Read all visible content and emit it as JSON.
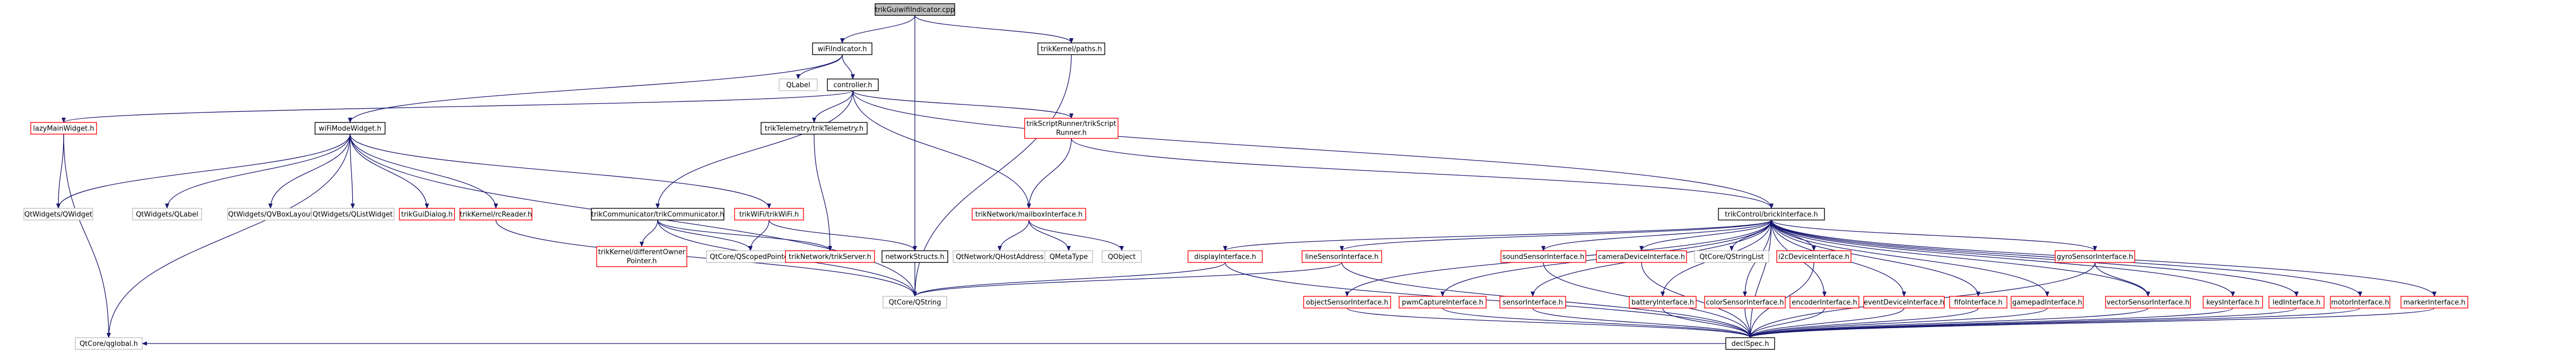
{
  "graph": {
    "colors": {
      "edge": "#191970",
      "node_fill": "#ffffff",
      "root_fill": "#bfbfbf",
      "border_default": "#bfbfbf",
      "border_red": "#ff0000",
      "border_black": "#000000"
    },
    "nodes": [
      {
        "id": "root",
        "lines": [
          "trikGuiwifiIndicator.cpp"
        ],
        "style": "root"
      },
      {
        "id": "wifiIndicator",
        "lines": [
          "wiFiIndicator.h"
        ],
        "style": "black"
      },
      {
        "id": "trikKernelpaths",
        "lines": [
          "trikKernel/paths.h"
        ],
        "style": "black"
      },
      {
        "id": "QLabel",
        "lines": [
          "QLabel"
        ],
        "style": "gray"
      },
      {
        "id": "controller",
        "lines": [
          "controller.h"
        ],
        "style": "black"
      },
      {
        "id": "lazyMainWidget",
        "lines": [
          "lazyMainWidget.h"
        ],
        "style": "red"
      },
      {
        "id": "wiFiModeWidget",
        "lines": [
          "wiFiModeWidget.h"
        ],
        "style": "black"
      },
      {
        "id": "trikTelemetry",
        "lines": [
          "trikTelemetry/trikTelemetry.h"
        ],
        "style": "black"
      },
      {
        "id": "trikScriptRunner",
        "lines": [
          "trikScriptRunner/trikScript",
          "Runner.h"
        ],
        "style": "red"
      },
      {
        "id": "trikControl",
        "lines": [
          "trikControl/brickInterface.h"
        ],
        "style": "black"
      },
      {
        "id": "QtWidgetsQWidget",
        "lines": [
          "QtWidgets/QWidget"
        ],
        "style": "gray"
      },
      {
        "id": "QtWidgetsQLabel",
        "lines": [
          "QtWidgets/QLabel"
        ],
        "style": "gray"
      },
      {
        "id": "QtWidgetsQVBoxLayout",
        "lines": [
          "QtWidgets/QVBoxLayout"
        ],
        "style": "gray"
      },
      {
        "id": "QtWidgetsQListWidget",
        "lines": [
          "QtWidgets/QListWidget"
        ],
        "style": "gray"
      },
      {
        "id": "trikGuiDialog",
        "lines": [
          "trikGuiDialog.h"
        ],
        "style": "red"
      },
      {
        "id": "trikKernelReader",
        "lines": [
          "trikKernel/rcReader.h"
        ],
        "style": "red"
      },
      {
        "id": "trikCommunicator",
        "lines": [
          "trikCommunicator/trikCommunicator.h"
        ],
        "style": "black"
      },
      {
        "id": "trikWiFi",
        "lines": [
          "trikWiFi/trikWiFi.h"
        ],
        "style": "red"
      },
      {
        "id": "trikNetworkMailbox",
        "lines": [
          "trikNetwork/mailboxInterface.h"
        ],
        "style": "red"
      },
      {
        "id": "trikKernelOwner",
        "lines": [
          "trikKernel/differentOwner",
          "Pointer.h"
        ],
        "style": "red"
      },
      {
        "id": "QtCoreQScopedPointer",
        "lines": [
          "QtCore/QScopedPointer"
        ],
        "style": "gray"
      },
      {
        "id": "trikNetworkServer",
        "lines": [
          "trikNetwork/trikServer.h"
        ],
        "style": "red"
      },
      {
        "id": "networkStructs",
        "lines": [
          "networkStructs.h"
        ],
        "style": "black"
      },
      {
        "id": "QtNetworkQHostAddress",
        "lines": [
          "QtNetwork/QHostAddress"
        ],
        "style": "gray"
      },
      {
        "id": "QMetaType",
        "lines": [
          "QMetaType"
        ],
        "style": "gray"
      },
      {
        "id": "QObject",
        "lines": [
          "QObject"
        ],
        "style": "gray"
      },
      {
        "id": "displayInterface",
        "lines": [
          "displayInterface.h"
        ],
        "style": "red"
      },
      {
        "id": "lineSensorInterface",
        "lines": [
          "lineSensorInterface.h"
        ],
        "style": "red"
      },
      {
        "id": "soundSensorInterface",
        "lines": [
          "soundSensorInterface.h"
        ],
        "style": "red"
      },
      {
        "id": "cameraDeviceInterface",
        "lines": [
          "cameraDeviceInterface.h"
        ],
        "style": "red"
      },
      {
        "id": "QtCoreQStringList",
        "lines": [
          "QtCore/QStringList"
        ],
        "style": "gray"
      },
      {
        "id": "i2cDeviceInterface",
        "lines": [
          "i2cDeviceInterface.h"
        ],
        "style": "red"
      },
      {
        "id": "gyroSensorInterface",
        "lines": [
          "gyroSensorInterface.h"
        ],
        "style": "red"
      },
      {
        "id": "QtCoreQString",
        "lines": [
          "QtCore/QString"
        ],
        "style": "gray"
      },
      {
        "id": "objectSensorInterface",
        "lines": [
          "objectSensorInterface.h"
        ],
        "style": "red"
      },
      {
        "id": "pwmCaptureInterface",
        "lines": [
          "pwmCaptureInterface.h"
        ],
        "style": "red"
      },
      {
        "id": "sensorInterface",
        "lines": [
          "sensorInterface.h"
        ],
        "style": "red"
      },
      {
        "id": "batteryInterface",
        "lines": [
          "batteryInterface.h"
        ],
        "style": "red"
      },
      {
        "id": "colorSensorInterface",
        "lines": [
          "colorSensorInterface.h"
        ],
        "style": "red"
      },
      {
        "id": "encoderInterface",
        "lines": [
          "encoderInterface.h"
        ],
        "style": "red"
      },
      {
        "id": "eventDeviceInterface",
        "lines": [
          "eventDeviceInterface.h"
        ],
        "style": "red"
      },
      {
        "id": "fifoInterface",
        "lines": [
          "fifoInterface.h"
        ],
        "style": "red"
      },
      {
        "id": "gamepadInterface",
        "lines": [
          "gamepadInterface.h"
        ],
        "style": "red"
      },
      {
        "id": "vectorSensorInterface",
        "lines": [
          "vectorSensorInterface.h"
        ],
        "style": "red"
      },
      {
        "id": "keysInterface",
        "lines": [
          "keysInterface.h"
        ],
        "style": "red"
      },
      {
        "id": "ledInterface",
        "lines": [
          "ledInterface.h"
        ],
        "style": "red"
      },
      {
        "id": "motorInterface",
        "lines": [
          "motorInterface.h"
        ],
        "style": "red"
      },
      {
        "id": "markerInterface",
        "lines": [
          "markerInterface.h"
        ],
        "style": "red"
      },
      {
        "id": "declSpec",
        "lines": [
          "declSpec.h"
        ],
        "style": "black"
      },
      {
        "id": "QtCoreQtGlobal",
        "lines": [
          "QtCore/qglobal.h"
        ],
        "style": "gray"
      }
    ],
    "edges": [
      [
        "root",
        "wifiIndicator"
      ],
      [
        "root",
        "trikKernelpaths"
      ],
      [
        "root",
        "networkStructs"
      ],
      [
        "wifiIndicator",
        "QLabel"
      ],
      [
        "wifiIndicator",
        "controller"
      ],
      [
        "wifiIndicator",
        "wiFiModeWidget"
      ],
      [
        "controller",
        "lazyMainWidget"
      ],
      [
        "controller",
        "trikTelemetry"
      ],
      [
        "controller",
        "trikScriptRunner"
      ],
      [
        "controller",
        "trikControl"
      ],
      [
        "controller",
        "trikCommunicator"
      ],
      [
        "controller",
        "trikNetworkMailbox"
      ],
      [
        "lazyMainWidget",
        "QtWidgetsQWidget"
      ],
      [
        "lazyMainWidget",
        "QtCoreQtGlobal"
      ],
      [
        "wiFiModeWidget",
        "QtWidgetsQWidget"
      ],
      [
        "wiFiModeWidget",
        "QtWidgetsQLabel"
      ],
      [
        "wiFiModeWidget",
        "QtWidgetsQVBoxLayout"
      ],
      [
        "wiFiModeWidget",
        "QtWidgetsQListWidget"
      ],
      [
        "wiFiModeWidget",
        "trikGuiDialog"
      ],
      [
        "wiFiModeWidget",
        "trikKernelReader"
      ],
      [
        "wiFiModeWidget",
        "trikWiFi"
      ],
      [
        "wiFiModeWidget",
        "QtCoreQtGlobal"
      ],
      [
        "wiFiModeWidget",
        "QtCoreQString"
      ],
      [
        "trikKernelReader",
        "QtCoreQString"
      ],
      [
        "trikTelemetry",
        "trikNetworkServer"
      ],
      [
        "trikScriptRunner",
        "trikNetworkMailbox"
      ],
      [
        "trikScriptRunner",
        "trikControl"
      ],
      [
        "trikCommunicator",
        "trikKernelOwner"
      ],
      [
        "trikCommunicator",
        "QtCoreQScopedPointer"
      ],
      [
        "trikCommunicator",
        "trikNetworkServer"
      ],
      [
        "trikCommunicator",
        "QtCoreQString"
      ],
      [
        "trikWiFi",
        "QtCoreQScopedPointer"
      ],
      [
        "trikWiFi",
        "networkStructs"
      ],
      [
        "trikNetworkMailbox",
        "QtNetworkQHostAddress"
      ],
      [
        "trikNetworkMailbox",
        "QMetaType"
      ],
      [
        "trikNetworkMailbox",
        "QObject"
      ],
      [
        "networkStructs",
        "QtCoreQString"
      ],
      [
        "trikKernelpaths",
        "QtCoreQString"
      ],
      [
        "trikControl",
        "displayInterface"
      ],
      [
        "trikControl",
        "lineSensorInterface"
      ],
      [
        "trikControl",
        "soundSensorInterface"
      ],
      [
        "trikControl",
        "cameraDeviceInterface"
      ],
      [
        "trikControl",
        "QtCoreQStringList"
      ],
      [
        "trikControl",
        "i2cDeviceInterface"
      ],
      [
        "trikControl",
        "gyroSensorInterface"
      ],
      [
        "trikControl",
        "objectSensorInterface"
      ],
      [
        "trikControl",
        "pwmCaptureInterface"
      ],
      [
        "trikControl",
        "sensorInterface"
      ],
      [
        "trikControl",
        "batteryInterface"
      ],
      [
        "trikControl",
        "colorSensorInterface"
      ],
      [
        "trikControl",
        "encoderInterface"
      ],
      [
        "trikControl",
        "eventDeviceInterface"
      ],
      [
        "trikControl",
        "fifoInterface"
      ],
      [
        "trikControl",
        "gamepadInterface"
      ],
      [
        "trikControl",
        "vectorSensorInterface"
      ],
      [
        "trikControl",
        "keysInterface"
      ],
      [
        "trikControl",
        "ledInterface"
      ],
      [
        "trikControl",
        "motorInterface"
      ],
      [
        "trikControl",
        "markerInterface"
      ],
      [
        "trikControl",
        "declSpec"
      ],
      [
        "displayInterface",
        "QtCoreQString"
      ],
      [
        "displayInterface",
        "declSpec"
      ],
      [
        "lineSensorInterface",
        "QtCoreQString"
      ],
      [
        "lineSensorInterface",
        "declSpec"
      ],
      [
        "soundSensorInterface",
        "declSpec"
      ],
      [
        "cameraDeviceInterface",
        "declSpec"
      ],
      [
        "i2cDeviceInterface",
        "declSpec"
      ],
      [
        "gyroSensorInterface",
        "vectorSensorInterface"
      ],
      [
        "gyroSensorInterface",
        "declSpec"
      ],
      [
        "objectSensorInterface",
        "declSpec"
      ],
      [
        "pwmCaptureInterface",
        "declSpec"
      ],
      [
        "sensorInterface",
        "declSpec"
      ],
      [
        "batteryInterface",
        "declSpec"
      ],
      [
        "colorSensorInterface",
        "declSpec"
      ],
      [
        "encoderInterface",
        "declSpec"
      ],
      [
        "eventDeviceInterface",
        "declSpec"
      ],
      [
        "fifoInterface",
        "declSpec"
      ],
      [
        "gamepadInterface",
        "declSpec"
      ],
      [
        "vectorSensorInterface",
        "declSpec"
      ],
      [
        "keysInterface",
        "declSpec"
      ],
      [
        "ledInterface",
        "declSpec"
      ],
      [
        "motorInterface",
        "declSpec"
      ],
      [
        "markerInterface",
        "declSpec"
      ],
      [
        "declSpec",
        "QtCoreQtGlobal"
      ]
    ]
  }
}
